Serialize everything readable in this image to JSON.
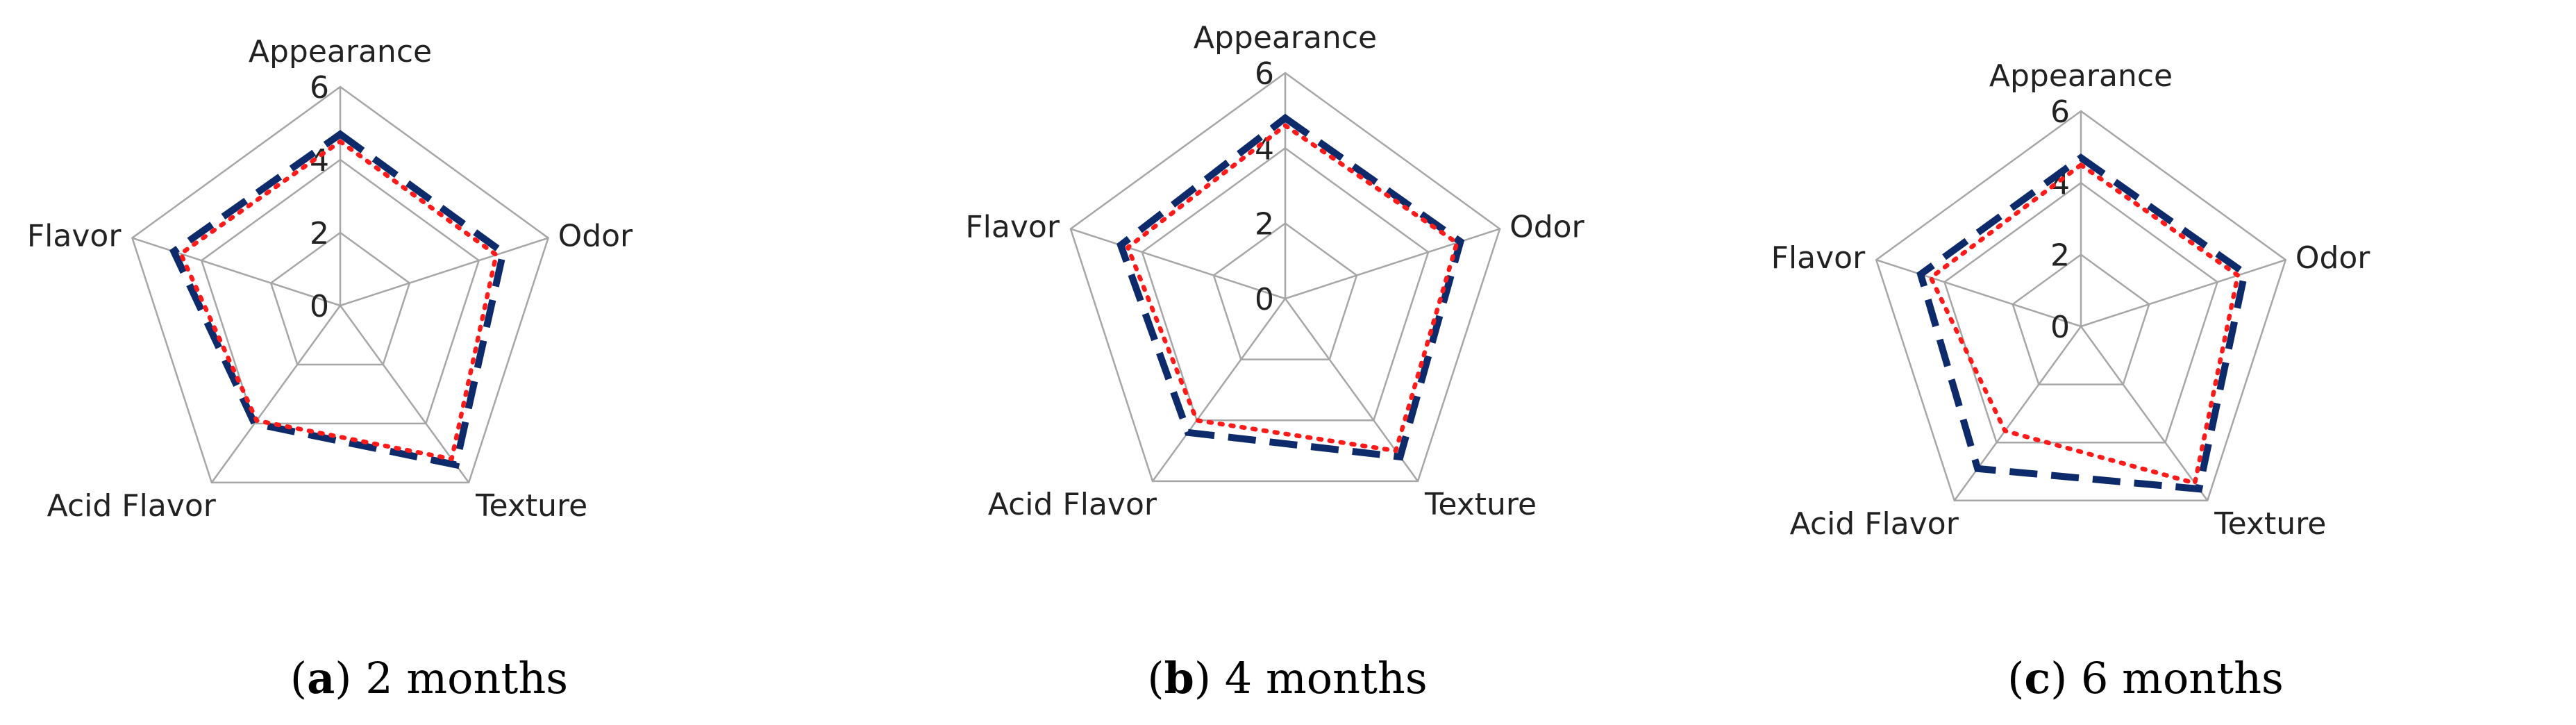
{
  "colors": {
    "series_1": "#0d2a6b",
    "series_2": "#ff1a1a",
    "grid": "#a6a6a6"
  },
  "panels": [
    {
      "letter": "a",
      "caption_rest": " 2 months"
    },
    {
      "letter": "b",
      "caption_rest": " 4 months"
    },
    {
      "letter": "c",
      "caption_rest": " 6 months"
    }
  ],
  "chart_data": [
    {
      "type": "radar",
      "categories": [
        "Appearance",
        "Odor",
        "Texture",
        "Acid Flavor",
        "Flavor"
      ],
      "r_ticks": [
        "0",
        "2",
        "4",
        "6"
      ],
      "rlim": [
        0,
        6
      ],
      "series": [
        {
          "values": [
            4.7,
            4.7,
            5.4,
            4.0,
            4.8
          ]
        },
        {
          "values": [
            4.5,
            4.5,
            5.2,
            3.9,
            4.6
          ]
        }
      ]
    },
    {
      "type": "radar",
      "categories": [
        "Appearance",
        "Odor",
        "Texture",
        "Acid Flavor",
        "Flavor"
      ],
      "r_ticks": [
        "0",
        "2",
        "4",
        "6"
      ],
      "rlim": [
        0,
        6
      ],
      "series": [
        {
          "values": [
            4.8,
            4.9,
            5.2,
            4.4,
            4.6
          ]
        },
        {
          "values": [
            4.6,
            4.8,
            5.0,
            4.0,
            4.4
          ]
        }
      ]
    },
    {
      "type": "radar",
      "categories": [
        "Appearance",
        "Odor",
        "Texture",
        "Acid Flavor",
        "Flavor"
      ],
      "r_ticks": [
        "0",
        "2",
        "4",
        "6"
      ],
      "rlim": [
        0,
        6
      ],
      "series": [
        {
          "values": [
            4.7,
            4.8,
            5.6,
            4.9,
            4.7
          ]
        },
        {
          "values": [
            4.5,
            4.6,
            5.4,
            3.6,
            4.4
          ]
        }
      ]
    }
  ]
}
